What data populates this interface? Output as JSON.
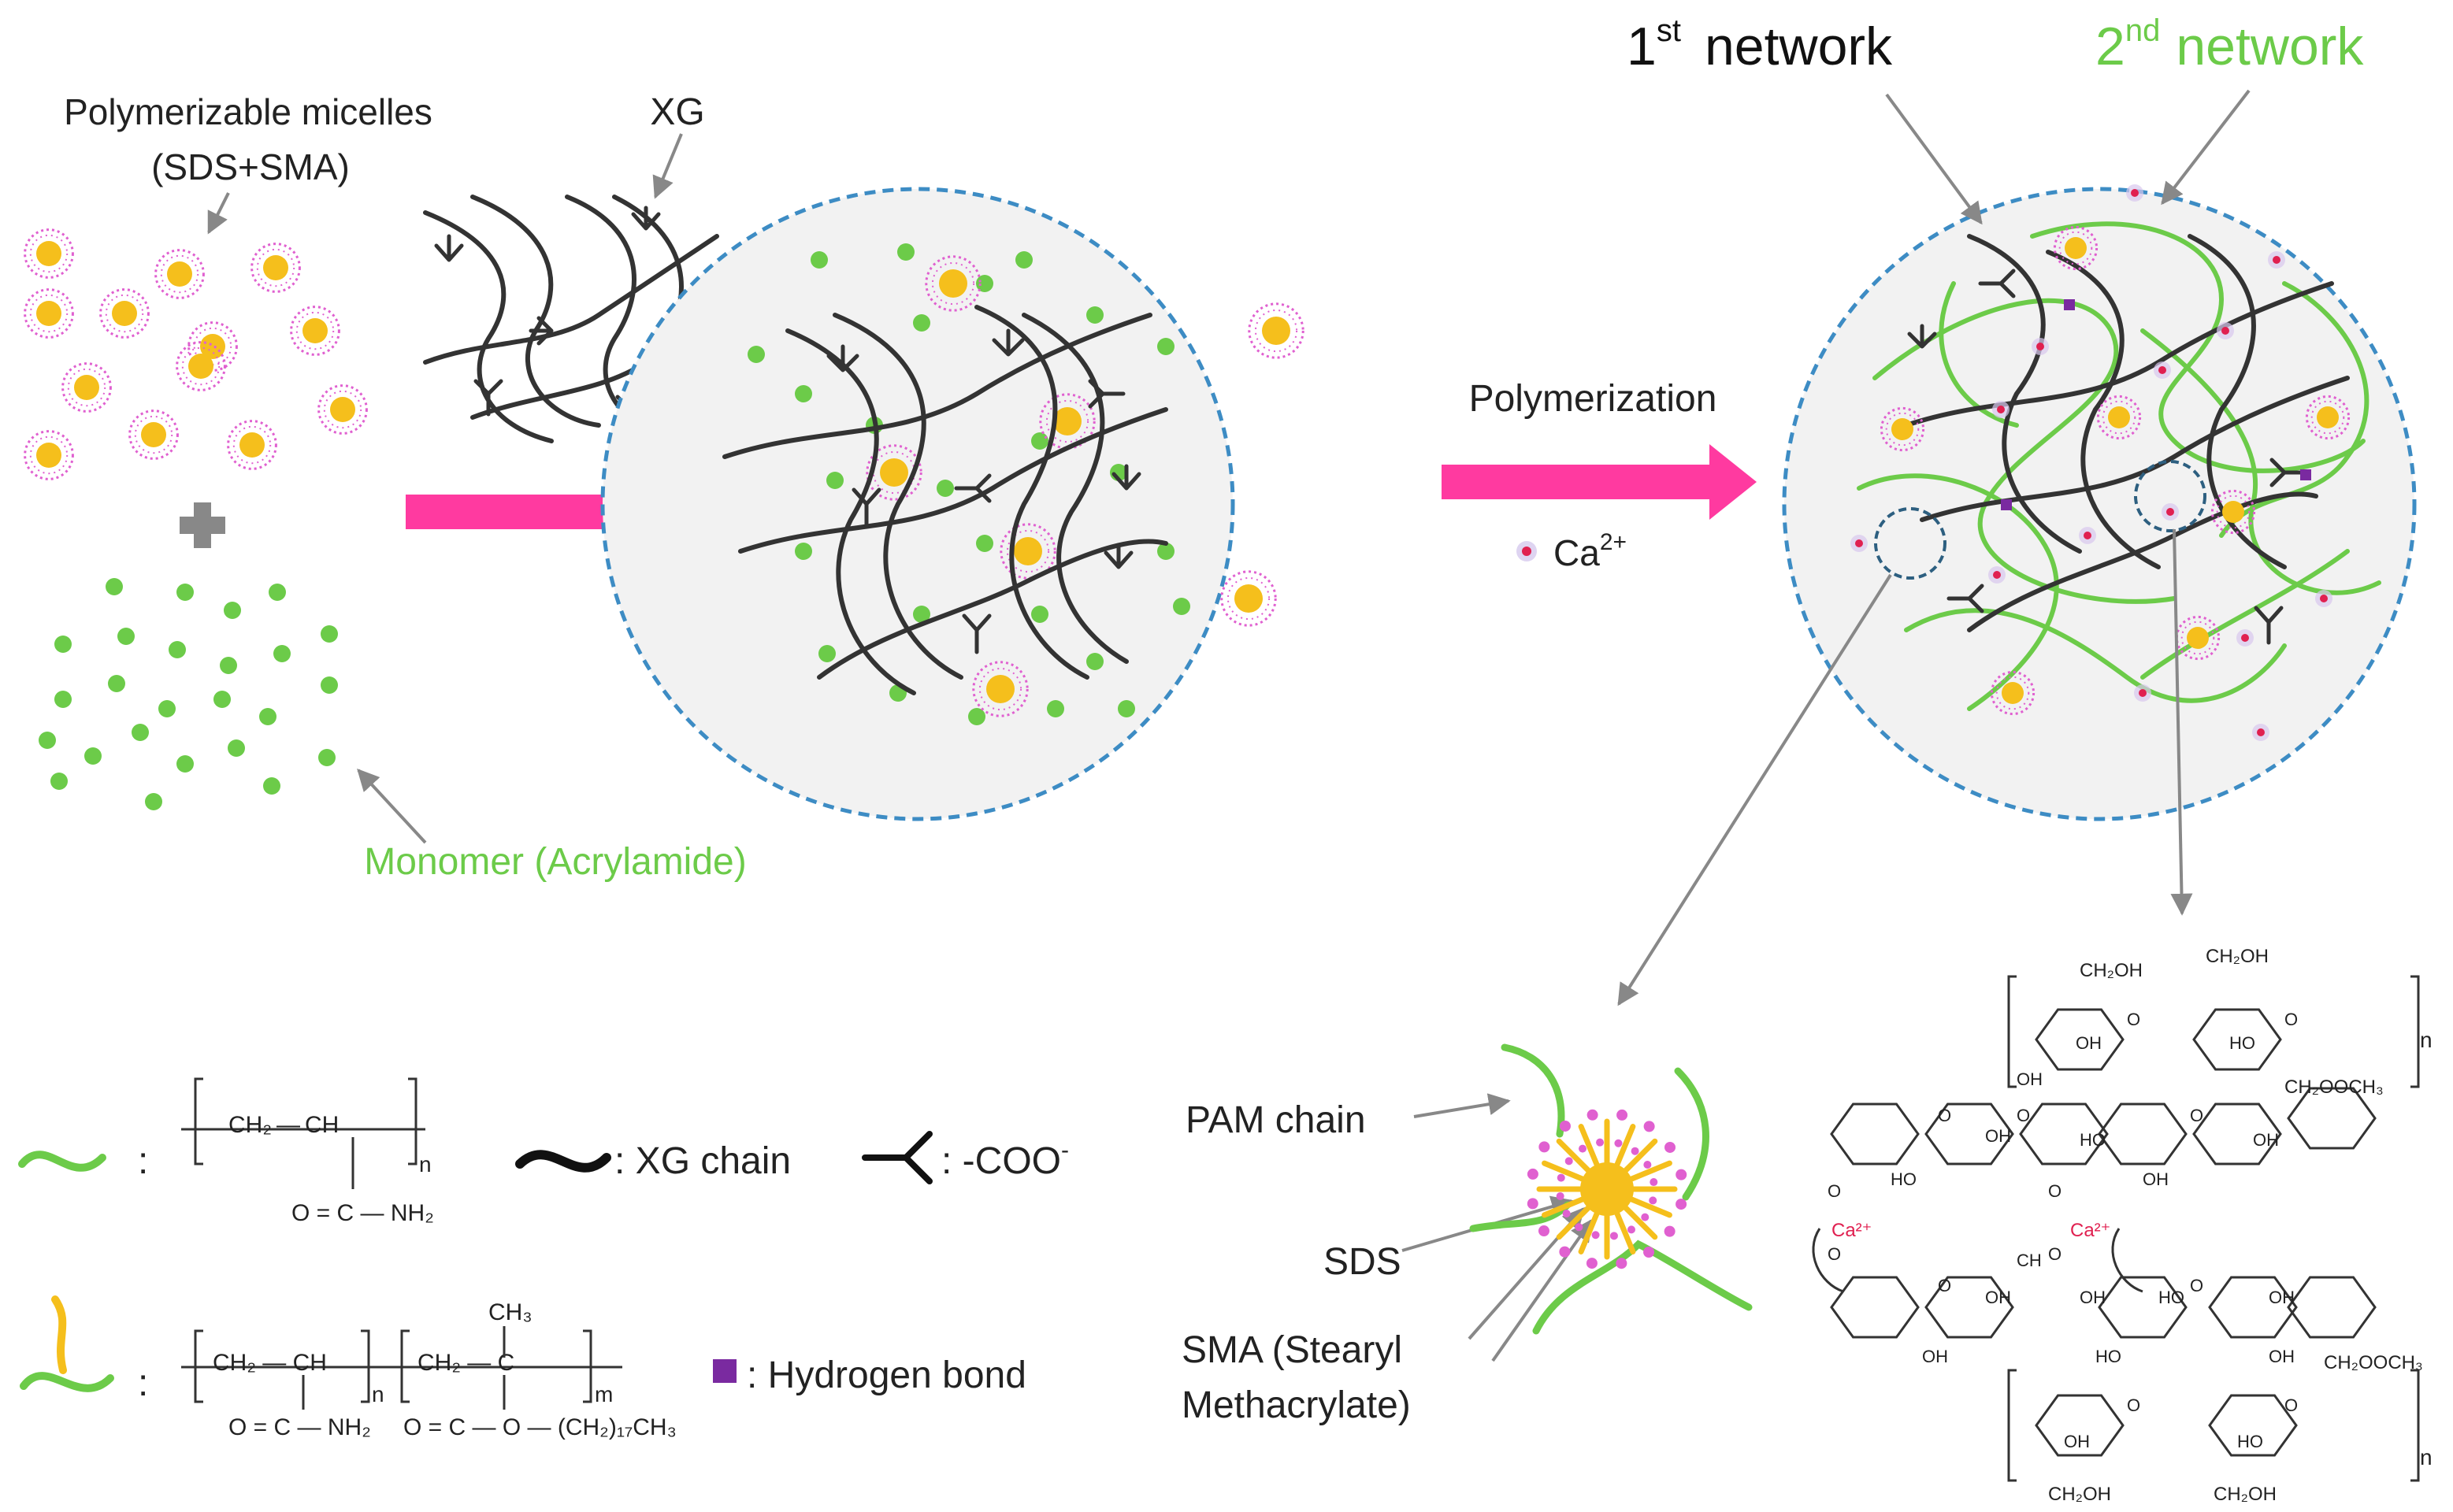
{
  "labels": {
    "micelles_line1": "Polymerizable micelles",
    "micelles_line2": "(SDS+SMA)",
    "xg": "XG",
    "monomer": "Monomer (Acrylamide)",
    "polymerization": "Polymerization",
    "ca_base": "Ca",
    "ca_sup": "2+",
    "net1_num": "1",
    "net1_sup": "st",
    "net1_word": "network",
    "net2_num": "2",
    "net2_sup": "nd",
    "net2_word": "network",
    "pam_chain": "PAM chain",
    "sds": "SDS",
    "sma_line1": "SMA (Stearyl",
    "sma_line2": "Methacrylate)"
  },
  "legend": {
    "pam_colon": ":",
    "xg_chain": ": XG chain",
    "coo": ": -COO",
    "coo_sup": "-",
    "copolymer_colon": ":",
    "hbond": ": Hydrogen bond",
    "formula_pam": {
      "main": "CH₂ — CH",
      "sub_n": "n",
      "amide": "O = C — NH₂"
    },
    "formula_copolymer": {
      "unit1": "CH₂ — CH",
      "sub_n": "n",
      "unit2": "CH₂ — C",
      "sub_m": "m",
      "ch3": "CH₃",
      "amide": "O = C — NH₂",
      "ester": "O = C — O — (CH₂)₁₇CH₃"
    }
  },
  "xanthan_structure": {
    "top_ch2oh_1": "CH₂OH",
    "top_ch2oh_2": "CH₂OH",
    "ch2ooch3_1": "CH₂OOCH₃",
    "ch2ooch3_2": "CH₂OOCH₃",
    "bottom_ch2oh_1": "CH₂OH",
    "bottom_ch2oh_2": "CH₂OH",
    "oh": "OH",
    "ho": "HO",
    "o": "O",
    "ch": "CH",
    "n": "n",
    "ca_ion": "Ca²⁺"
  },
  "colors": {
    "micelle_core": "#f5bf1c",
    "micelle_halo": "#e060d0",
    "monomer": "#6ccb49",
    "pam_chain": "#6ccb49",
    "xg_chain": "#333333",
    "arrow": "#ff3aa0",
    "circle_border": "#3d8cc4",
    "circle_fill": "#f2f2f2",
    "hbond": "#7a2aa0",
    "ca_ion": "#e02050",
    "green_text": "#6ccb49"
  }
}
